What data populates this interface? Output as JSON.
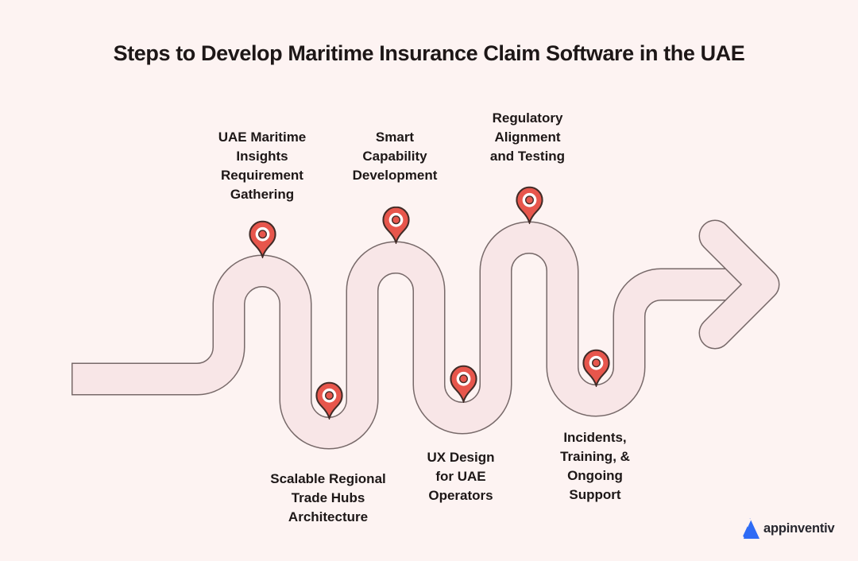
{
  "title": "Steps to Develop Maritime Insurance Claim Software in the UAE",
  "steps": [
    {
      "id": 1,
      "position": "top",
      "lines": [
        "UAE Maritime",
        "Insights",
        "Requirement",
        "Gathering"
      ]
    },
    {
      "id": 2,
      "position": "bottom",
      "lines": [
        "Scalable Regional",
        "Trade Hubs",
        "Architecture"
      ]
    },
    {
      "id": 3,
      "position": "top",
      "lines": [
        "Smart",
        "Capability",
        "Development"
      ]
    },
    {
      "id": 4,
      "position": "bottom",
      "lines": [
        "UX Design",
        "for UAE",
        "Operators"
      ]
    },
    {
      "id": 5,
      "position": "top",
      "lines": [
        "Regulatory",
        "Alignment",
        "and Testing"
      ]
    },
    {
      "id": 6,
      "position": "bottom",
      "lines": [
        "Incidents,",
        "Training, &",
        "Ongoing",
        "Support"
      ]
    }
  ],
  "icons": {
    "pin": "location-pin",
    "arrow": "arrow-right",
    "logo_mark": "appinventiv-triangle"
  },
  "branding": {
    "logo_text": "appinventiv"
  },
  "colors": {
    "background": "#FDF3F2",
    "road_fill": "#F8E6E7",
    "road_outline": "#776969",
    "pin_red": "#E7564C",
    "pin_outline": "#402B27",
    "pin_ring_white": "#FFFFFF",
    "logo_blue": "#2E6BF5",
    "text": "#1D1717"
  }
}
